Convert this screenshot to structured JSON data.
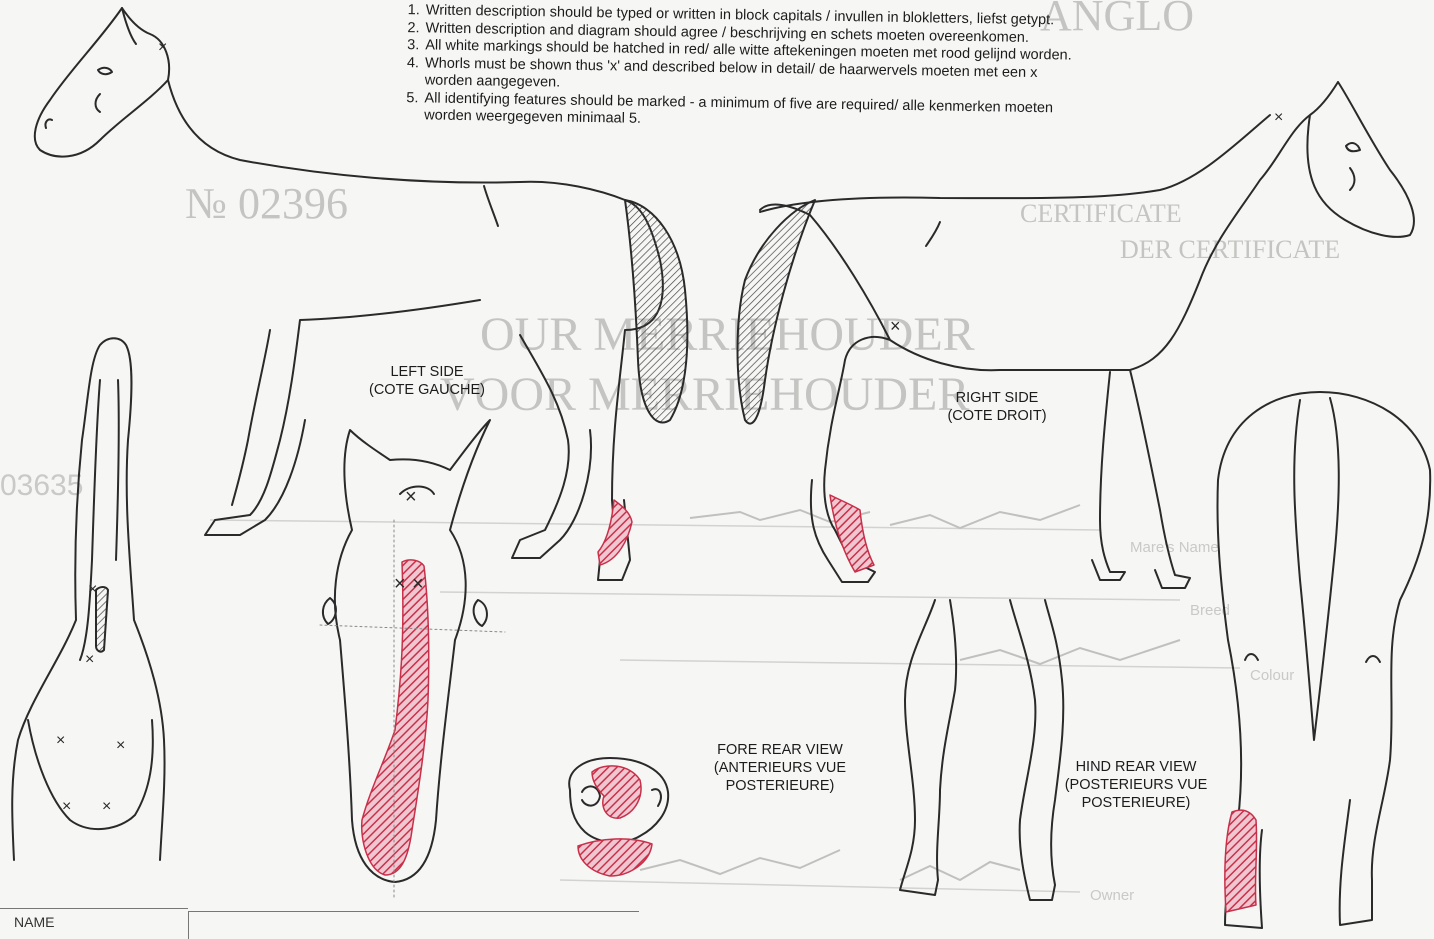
{
  "instructions": {
    "items": [
      "Written description should be typed or written in block capitals / invullen in blokletters, liefst getypt.",
      "Written description and diagram should agree / beschrijving en schets moeten overeenkomen.",
      "All white markings should be hatched in red/ alle witte aftekeningen moeten met rood gelijnd worden.",
      "Whorls must be shown thus 'x' and described below in detail/ de haarwervels moeten met een x",
      "All identifying features should be marked - a minimum of five are required/ alle kenmerken moeten"
    ],
    "continuations": {
      "3": "worden aangegeven.",
      "4": "worden weergegeven minimaal 5."
    }
  },
  "labels": {
    "left_side": [
      "LEFT SIDE",
      "(COTE GAUCHE)"
    ],
    "right_side": [
      "RIGHT SIDE",
      "(COTE DROIT)"
    ],
    "fore_rear": [
      "FORE REAR VIEW",
      "(ANTERIEURS VUE",
      "POSTERIEURE)"
    ],
    "hind_rear": [
      "HIND REAR VIEW",
      "(POSTERIEURS VUE",
      "POSTERIEURE)"
    ]
  },
  "form": {
    "name_label": "NAME"
  },
  "colors": {
    "ink": "#2a2a2a",
    "red_hatch": "#c8304a"
  }
}
